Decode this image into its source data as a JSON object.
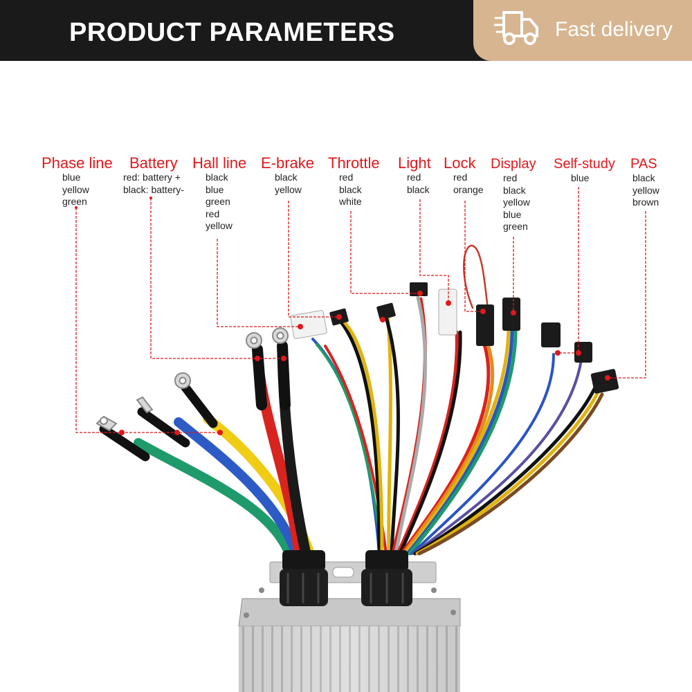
{
  "header": {
    "title": "PRODUCT PARAMETERS",
    "badge_text": "Fast delivery",
    "badge_icon": "truck-icon",
    "bar_color": "#1a1a1a",
    "badge_color": "#d7b590"
  },
  "annotation_color": "#e0181b",
  "wire_groups": [
    {
      "name": "Phase line",
      "colors": [
        "blue",
        "yellow",
        "green"
      ]
    },
    {
      "name": "Battery",
      "colors": [
        "red: battery +",
        "black: battery-"
      ]
    },
    {
      "name": "Hall line",
      "colors": [
        "black",
        "blue",
        "green",
        "red",
        "yellow"
      ]
    },
    {
      "name": "E-brake",
      "colors": [
        "black",
        "yellow"
      ]
    },
    {
      "name": "Throttle",
      "colors": [
        "red",
        "black",
        "white"
      ]
    },
    {
      "name": "Light",
      "colors": [
        "red",
        "black"
      ]
    },
    {
      "name": "Lock",
      "colors": [
        "red",
        "orange"
      ]
    },
    {
      "name": "Display",
      "colors": [
        "red",
        "black",
        "yellow",
        "blue",
        "green"
      ]
    },
    {
      "name": "Self-study",
      "colors": [
        "blue"
      ]
    },
    {
      "name": "PAS",
      "colors": [
        "black",
        "yellow",
        "brown"
      ]
    }
  ]
}
